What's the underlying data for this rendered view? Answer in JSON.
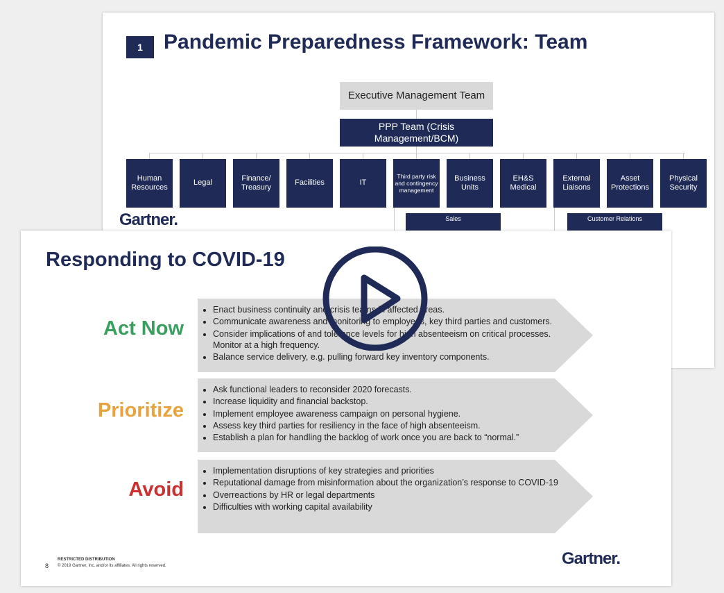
{
  "back_slide": {
    "number": "1",
    "title": "Pandemic Preparedness Framework: Team",
    "executive": "Executive Management Team",
    "ppp": "PPP Team (Crisis Management/BCM)",
    "teams": [
      "Human Resources",
      "Legal",
      "Finance/ Treasury",
      "Facilities",
      "IT",
      "Third party risk and contingency management",
      "Business Units",
      "EH&S Medical",
      "External Liaisons",
      "Asset Protections",
      "Physical Security"
    ],
    "sub_left": "Sales",
    "sub_right": "Customer Relations",
    "logo": "Gartner."
  },
  "front_slide": {
    "title": "Responding to COVID-19",
    "sections": [
      {
        "label": "Act Now",
        "color": "#3a9e5f",
        "items": [
          "Enact business continuity and crisis teams in affected areas.",
          "Communicate awareness and monitoring to employees, key third parties and customers.",
          "Consider implications of and tolerance levels for high absenteeism on critical processes. Monitor at a high frequency.",
          "Balance service delivery, e.g. pulling forward key inventory components."
        ]
      },
      {
        "label": "Prioritize",
        "color": "#e8a33c",
        "items": [
          "Ask functional leaders to reconsider 2020 forecasts.",
          "Increase liquidity and financial backstop.",
          "Implement employee awareness campaign on personal hygiene.",
          "Assess key third parties for resiliency in the face of high absenteeism.",
          "Establish a plan for handling the backlog of work once you are back to “normal.”"
        ]
      },
      {
        "label": "Avoid",
        "color": "#cc2f2f",
        "items": [
          "Implementation disruptions of key strategies and priorities",
          "Reputational damage from misinformation about the organization’s response to COVID-19",
          "Overreactions by HR or legal departments",
          "Difficulties with working capital availability"
        ]
      }
    ],
    "footer_restricted": "RESTRICTED DISTRIBUTION",
    "footer_copyright": "© 2019 Gartner, Inc. and/or its affiliates. All rights reserved.",
    "page": "8",
    "logo": "Gartner."
  },
  "play_button": {
    "icon": "play-icon"
  }
}
